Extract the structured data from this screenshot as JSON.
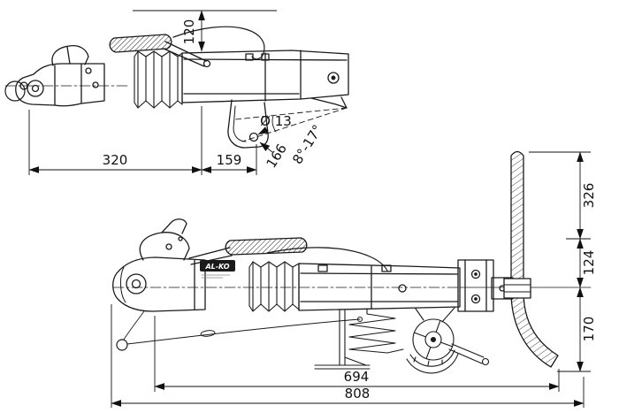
{
  "colors": {
    "background": "#ffffff",
    "line": "#1a1a1a",
    "text": "#111111"
  },
  "top_view": {
    "dims": {
      "height": "120",
      "hole_diameter": "Ø 13",
      "hole_offset": "166",
      "length_to_bellows": "320",
      "length_to_hole": "159",
      "angle_range": "8°-17°"
    }
  },
  "bottom_view": {
    "brand": "AL-KO",
    "dims": {
      "height_above": "326",
      "height_mid": "124",
      "height_below": "170",
      "length_body": "694",
      "length_total": "808"
    }
  }
}
